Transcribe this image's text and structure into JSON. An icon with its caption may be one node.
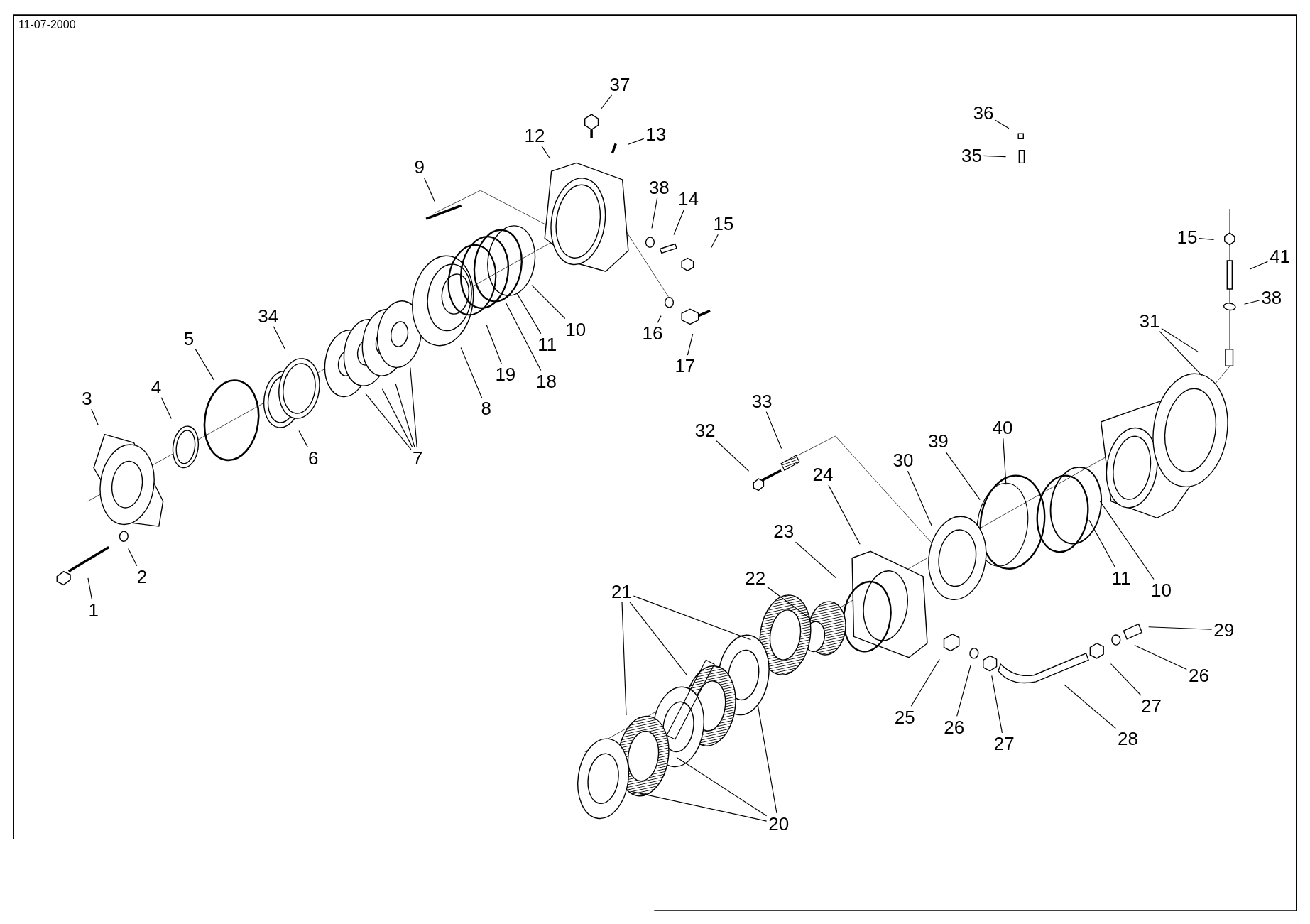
{
  "diagram": {
    "nodes": [
      {
        "text": [
          "37"
        ]
      },
      {
        "text": [
          "36"
        ]
      },
      {
        "text": [
          "12"
        ]
      },
      {
        "text": [
          "13"
        ]
      },
      {
        "text": [
          "35"
        ]
      },
      {
        "text": [
          "9"
        ]
      },
      {
        "text": [
          "38"
        ]
      },
      {
        "text": [
          "14"
        ]
      },
      {
        "text": [
          "15"
        ]
      },
      {
        "text": [
          "15"
        ]
      },
      {
        "text": [
          "41"
        ]
      },
      {
        "text": [
          "38"
        ]
      },
      {
        "text": [
          "34"
        ]
      },
      {
        "text": [
          "31"
        ]
      },
      {
        "text": [
          "10"
        ]
      },
      {
        "text": [
          "16"
        ]
      },
      {
        "text": [
          "5"
        ]
      },
      {
        "text": [
          "11"
        ]
      },
      {
        "text": [
          "17"
        ]
      },
      {
        "text": [
          "19"
        ]
      },
      {
        "text": [
          "18"
        ]
      },
      {
        "text": [
          "4"
        ]
      },
      {
        "text": [
          "3"
        ]
      },
      {
        "text": [
          "33"
        ]
      },
      {
        "text": [
          "8"
        ]
      },
      {
        "text": [
          "40"
        ]
      },
      {
        "text": [
          "32"
        ]
      },
      {
        "text": [
          "39"
        ]
      },
      {
        "text": [
          "6"
        ]
      },
      {
        "text": [
          "7"
        ]
      },
      {
        "text": [
          "30"
        ]
      },
      {
        "text": [
          "24"
        ]
      },
      {
        "text": [
          "23"
        ]
      },
      {
        "text": [
          "2"
        ]
      },
      {
        "text": [
          "11"
        ]
      },
      {
        "text": [
          "22"
        ]
      },
      {
        "text": [
          "10"
        ]
      },
      {
        "text": [
          "21"
        ]
      },
      {
        "text": [
          "1"
        ]
      },
      {
        "text": [
          "29"
        ]
      },
      {
        "text": [
          "26"
        ]
      },
      {
        "text": [
          "27"
        ]
      },
      {
        "text": [
          "25"
        ]
      },
      {
        "text": [
          "26"
        ]
      },
      {
        "text": [
          "28"
        ]
      },
      {
        "text": [
          "27"
        ]
      },
      {
        "text": [
          "20"
        ]
      }
    ],
    "edges": [
      {
        "from": 0,
        "to": null,
        "arrow": "none"
      },
      {
        "from": 1,
        "to": null,
        "arrow": "none"
      },
      {
        "from": 2,
        "to": null,
        "arrow": "none"
      },
      {
        "from": 3,
        "to": null,
        "arrow": "none"
      },
      {
        "from": 4,
        "to": null,
        "arrow": "none"
      },
      {
        "from": 5,
        "to": null,
        "arrow": "none"
      },
      {
        "from": 6,
        "to": null,
        "arrow": "none"
      },
      {
        "from": 7,
        "to": null,
        "arrow": "none"
      },
      {
        "from": 8,
        "to": null,
        "arrow": "none"
      },
      {
        "from": 9,
        "to": null,
        "arrow": "none"
      },
      {
        "from": 10,
        "to": null,
        "arrow": "none"
      },
      {
        "from": 11,
        "to": null,
        "arrow": "none"
      },
      {
        "from": 12,
        "to": null,
        "arrow": "none"
      },
      {
        "from": 13,
        "to": null,
        "arrow": "none"
      },
      {
        "from": 13,
        "to": null,
        "arrow": "none"
      },
      {
        "from": 14,
        "to": null,
        "arrow": "none"
      },
      {
        "from": 15,
        "to": null,
        "arrow": "none"
      },
      {
        "from": 16,
        "to": null,
        "arrow": "none"
      },
      {
        "from": 17,
        "to": null,
        "arrow": "none"
      },
      {
        "from": 18,
        "to": null,
        "arrow": "none"
      },
      {
        "from": 19,
        "to": null,
        "arrow": "none"
      },
      {
        "from": 20,
        "to": null,
        "arrow": "none"
      },
      {
        "from": 21,
        "to": null,
        "arrow": "none"
      },
      {
        "from": 22,
        "to": null,
        "arrow": "none"
      },
      {
        "from": 23,
        "to": null,
        "arrow": "none"
      },
      {
        "from": 24,
        "to": null,
        "arrow": "none"
      },
      {
        "from": 25,
        "to": null,
        "arrow": "none"
      },
      {
        "from": 26,
        "to": null,
        "arrow": "none"
      },
      {
        "from": 27,
        "to": null,
        "arrow": "none"
      },
      {
        "from": 28,
        "to": null,
        "arrow": "none"
      },
      {
        "from": 29,
        "to": null,
        "arrow": "none"
      },
      {
        "from": 29,
        "to": null,
        "arrow": "none"
      },
      {
        "from": 29,
        "to": null,
        "arrow": "none"
      },
      {
        "from": 29,
        "to": null,
        "arrow": "none"
      },
      {
        "from": 30,
        "to": null,
        "arrow": "none"
      },
      {
        "from": 31,
        "to": null,
        "arrow": "none"
      },
      {
        "from": 32,
        "to": null,
        "arrow": "none"
      },
      {
        "from": 33,
        "to": null,
        "arrow": "none"
      },
      {
        "from": 34,
        "to": null,
        "arrow": "none"
      },
      {
        "from": 35,
        "to": null,
        "arrow": "none"
      },
      {
        "from": 36,
        "to": null,
        "arrow": "none"
      },
      {
        "from": 37,
        "to": null,
        "arrow": "none"
      },
      {
        "from": 37,
        "to": null,
        "arrow": "none"
      },
      {
        "from": 37,
        "to": null,
        "arrow": "none"
      },
      {
        "from": 38,
        "to": null,
        "arrow": "none"
      },
      {
        "from": 39,
        "to": null,
        "arrow": "none"
      },
      {
        "from": 40,
        "to": null,
        "arrow": "none"
      },
      {
        "from": 41,
        "to": null,
        "arrow": "none"
      },
      {
        "from": 42,
        "to": null,
        "arrow": "none"
      },
      {
        "from": 43,
        "to": null,
        "arrow": "none"
      },
      {
        "from": 44,
        "to": null,
        "arrow": "none"
      },
      {
        "from": 45,
        "to": null,
        "arrow": "none"
      },
      {
        "from": 46,
        "to": null,
        "arrow": "none"
      },
      {
        "from": 46,
        "to": null,
        "arrow": "none"
      },
      {
        "from": 46,
        "to": null,
        "arrow": "none"
      }
    ],
    "labels": [
      "11-07-2000"
    ]
  }
}
